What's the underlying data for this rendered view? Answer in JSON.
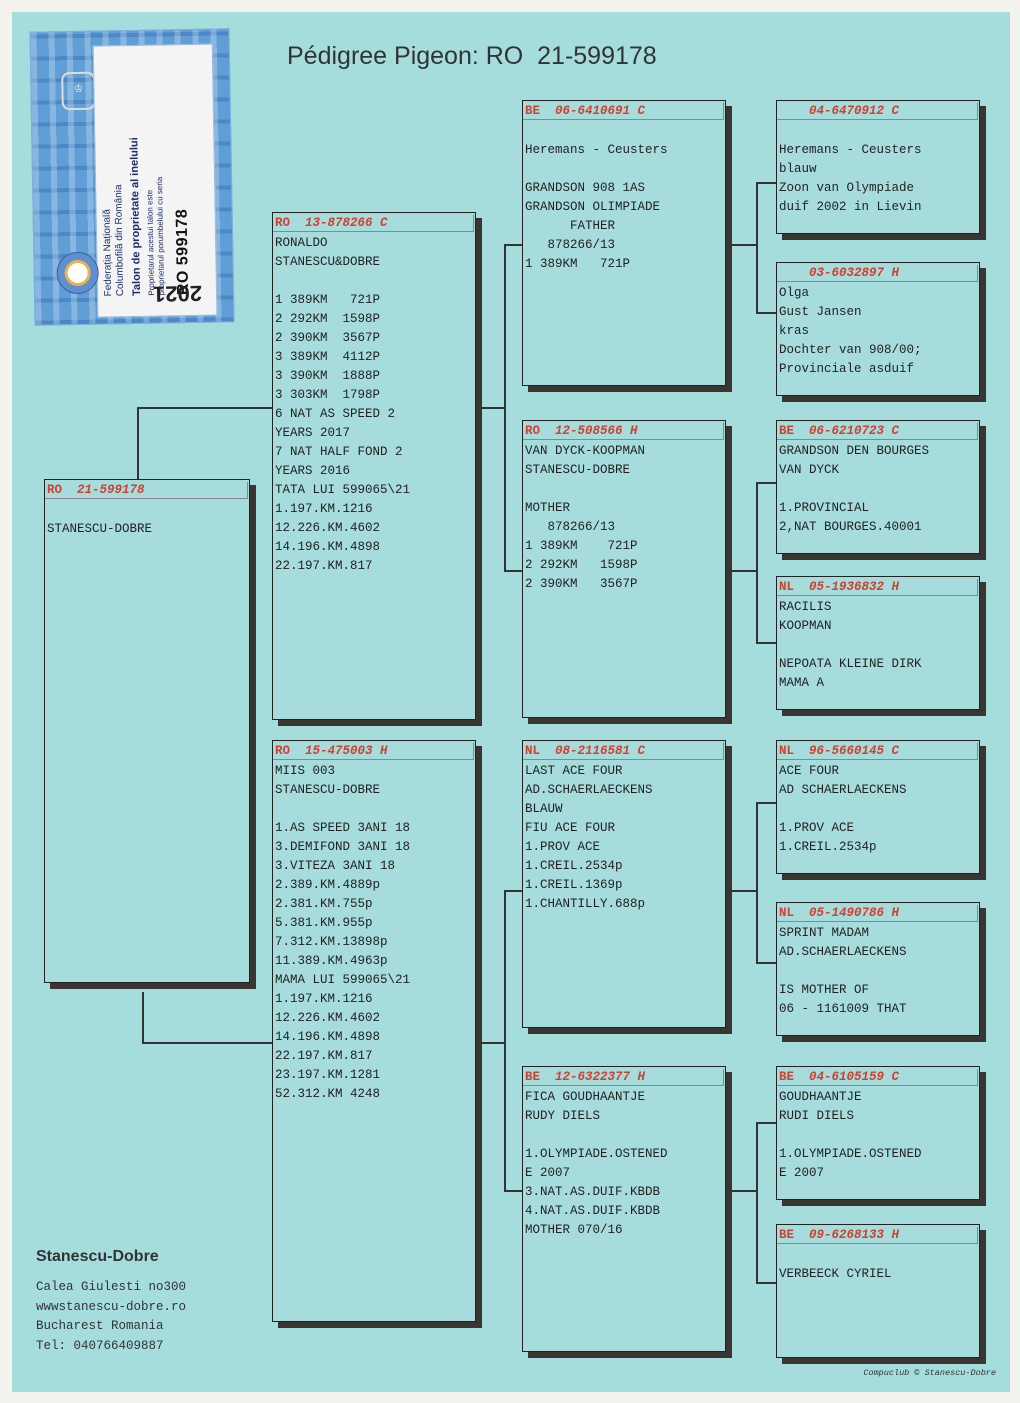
{
  "title": "Pédigree Pigeon: RO  21-599178",
  "card": {
    "federation": [
      "Federația Națională",
      "Columbofilă din România"
    ],
    "heading": "Talon de proprietate al inelului",
    "subtitle": [
      "Proprietarul acestui talon este",
      "proprietarul porumbelului cu seria"
    ],
    "ring_number": "RO 599178",
    "year": "2021"
  },
  "pigeons": {
    "subject": {
      "cc": "RO",
      "ring": "  21-599178",
      "sex": "",
      "lines": [
        "",
        "STANESCU-DOBRE"
      ]
    },
    "sire": {
      "cc": "RO",
      "ring": "  13-878266",
      "sex": "C",
      "lines": [
        "RONALDO",
        "STANESCU&DOBRE",
        "",
        "1 389KM   721P",
        "2 292KM  1598P",
        "2 390KM  3567P",
        "3 389KM  4112P",
        "3 390KM  1888P",
        "3 303KM  1798P",
        "6 NAT AS SPEED 2",
        "YEARS 2017",
        "7 NAT HALF FOND 2",
        "YEARS 2016",
        "TATA LUI 599065\\21",
        "1.197.KM.1216",
        "12.226.KM.4602",
        "14.196.KM.4898",
        "22.197.KM.817"
      ]
    },
    "dam": {
      "cc": "RO",
      "ring": "  15-475003",
      "sex": "H",
      "lines": [
        "MIIS 003",
        "STANESCU-DOBRE",
        "",
        "1.AS SPEED 3ANI 18",
        "3.DEMIFOND 3ANI 18",
        "3.VITEZA 3ANI 18",
        "2.389.KM.4889p",
        "2.381.KM.755p",
        "5.381.KM.955p",
        "7.312.KM.13898p",
        "11.389.KM.4963p",
        "MAMA LUI 599065\\21",
        "1.197.KM.1216",
        "12.226.KM.4602",
        "14.196.KM.4898",
        "22.197.KM.817",
        "23.197.KM.1281",
        "52.312.KM 4248"
      ]
    },
    "ss": {
      "cc": "BE",
      "ring": "  06-6410691",
      "sex": "C",
      "lines": [
        "",
        "Heremans - Ceusters",
        "",
        "GRANDSON 908 1AS",
        "GRANDSON OLIMPIADE",
        "      FATHER",
        "   878266/13",
        "1 389KM   721P"
      ]
    },
    "sd": {
      "cc": "RO",
      "ring": "  12-508566",
      "sex": "H",
      "lines": [
        "VAN DYCK-KOOPMAN",
        "STANESCU-DOBRE",
        "",
        "MOTHER",
        "   878266/13",
        "1 389KM    721P",
        "2 292KM   1598P",
        "2 390KM   3567P"
      ]
    },
    "ds": {
      "cc": "NL",
      "ring": "  08-2116581",
      "sex": "C",
      "lines": [
        "LAST ACE FOUR",
        "AD.SCHAERLAECKENS",
        "BLAUW",
        "FIU ACE FOUR",
        "1.PROV ACE",
        "1.CREIL.2534p",
        "1.CREIL.1369p",
        "1.CHANTILLY.688p"
      ]
    },
    "dd": {
      "cc": "BE",
      "ring": "  12-6322377",
      "sex": "H",
      "lines": [
        "FICA GOUDHAANTJE",
        "RUDY DIELS",
        "",
        "1.OLYMPIADE.OSTENED",
        "E 2007",
        "3.NAT.AS.DUIF.KBDB",
        "4.NAT.AS.DUIF.KBDB",
        "MOTHER 070/16"
      ]
    },
    "sss": {
      "cc": "",
      "ring": "    04-6470912",
      "sex": "C",
      "lines": [
        "",
        "Heremans - Ceusters",
        "blauw",
        "Zoon van Olympiade",
        "duif 2002 in Lievin"
      ]
    },
    "ssd": {
      "cc": "",
      "ring": "    03-6032897",
      "sex": "H",
      "lines": [
        "Olga",
        "Gust Jansen",
        "kras",
        "Dochter van 908/00;",
        "Provinciale asduif"
      ]
    },
    "sds": {
      "cc": "BE",
      "ring": "  06-6210723",
      "sex": "C",
      "lines": [
        "GRANDSON DEN BOURGES",
        "VAN DYCK",
        "",
        "1.PROVINCIAL",
        "2,NAT BOURGES.40001"
      ]
    },
    "sdd": {
      "cc": "NL",
      "ring": "  05-1936832",
      "sex": "H",
      "lines": [
        "RACILIS",
        "KOOPMAN",
        "",
        "NEPOATA KLEINE DIRK",
        "MAMA A"
      ]
    },
    "dss": {
      "cc": "NL",
      "ring": "  96-5660145",
      "sex": "C",
      "lines": [
        "ACE FOUR",
        "AD SCHAERLAECKENS",
        "",
        "1.PROV ACE",
        "1.CREIL.2534p"
      ]
    },
    "dsd": {
      "cc": "NL",
      "ring": "  05-1490786",
      "sex": "H",
      "lines": [
        "SPRINT MADAM",
        "AD.SCHAERLAECKENS",
        "",
        "IS MOTHER OF",
        "06 - 1161009 THAT"
      ]
    },
    "dds": {
      "cc": "BE",
      "ring": "  04-6105159",
      "sex": "C",
      "lines": [
        "GOUDHAANTJE",
        "RUDI DIELS",
        "",
        "1.OLYMPIADE.OSTENED",
        "E 2007"
      ]
    },
    "ddd": {
      "cc": "BE",
      "ring": "  09-6268133",
      "sex": "H",
      "lines": [
        "",
        "VERBEECK CYRIEL"
      ]
    }
  },
  "footer": {
    "name": "Stanescu-Dobre",
    "lines": [
      "Calea Giulesti no300",
      "wwwstanescu-dobre.ro",
      "Bucharest Romania",
      "Tel: 040766409887"
    ]
  },
  "credit": "Compuclub © Stanescu-Dobre"
}
